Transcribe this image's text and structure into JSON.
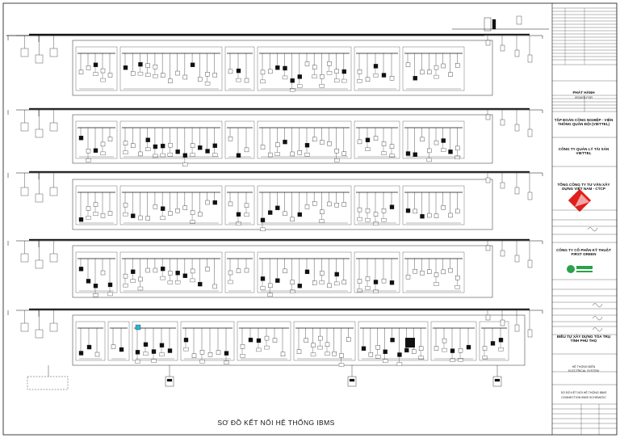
{
  "drawing": {
    "title": "SƠ ĐỒ KẾT NỐI HỆ THỐNG IBMS"
  },
  "title_block": {
    "lines": [
      "PHÁT HÀNH",
      "ISSUED FOR",
      "TẬP ĐOÀN CÔNG NGHIỆP - VIỄN THÔNG QUÂN ĐỘI (VIETTEL)",
      "CÔNG TY QUẢN LÝ TÀI SẢN VIETTEL",
      "TỔNG CÔNG TY TƯ VẤN XÂY DỰNG VIỆT NAM - CTCP",
      "CÔNG TY CỔ PHẦN KỸ THUẬT FIRST GREEN",
      "ĐIỀU TỰ XÂY DỰNG TÒA TRỤ TỈNH PHÚ THỌ",
      "HỆ THỐNG ĐIỆN",
      "ELECTRICAL SYSTEM",
      "SƠ ĐỒ KẾT NỐI HỆ THỐNG IBMS",
      "CONNECTION IBMS SCHEMATIC"
    ]
  },
  "colors": {
    "line": "#111111",
    "accent_red": "#e0201c",
    "logo_green": "#2aa14a",
    "highlight_cyan": "#29b6d6"
  },
  "icons": [
    "company-logo-red-diamond-icon",
    "company-logo-green-circle-icon"
  ]
}
